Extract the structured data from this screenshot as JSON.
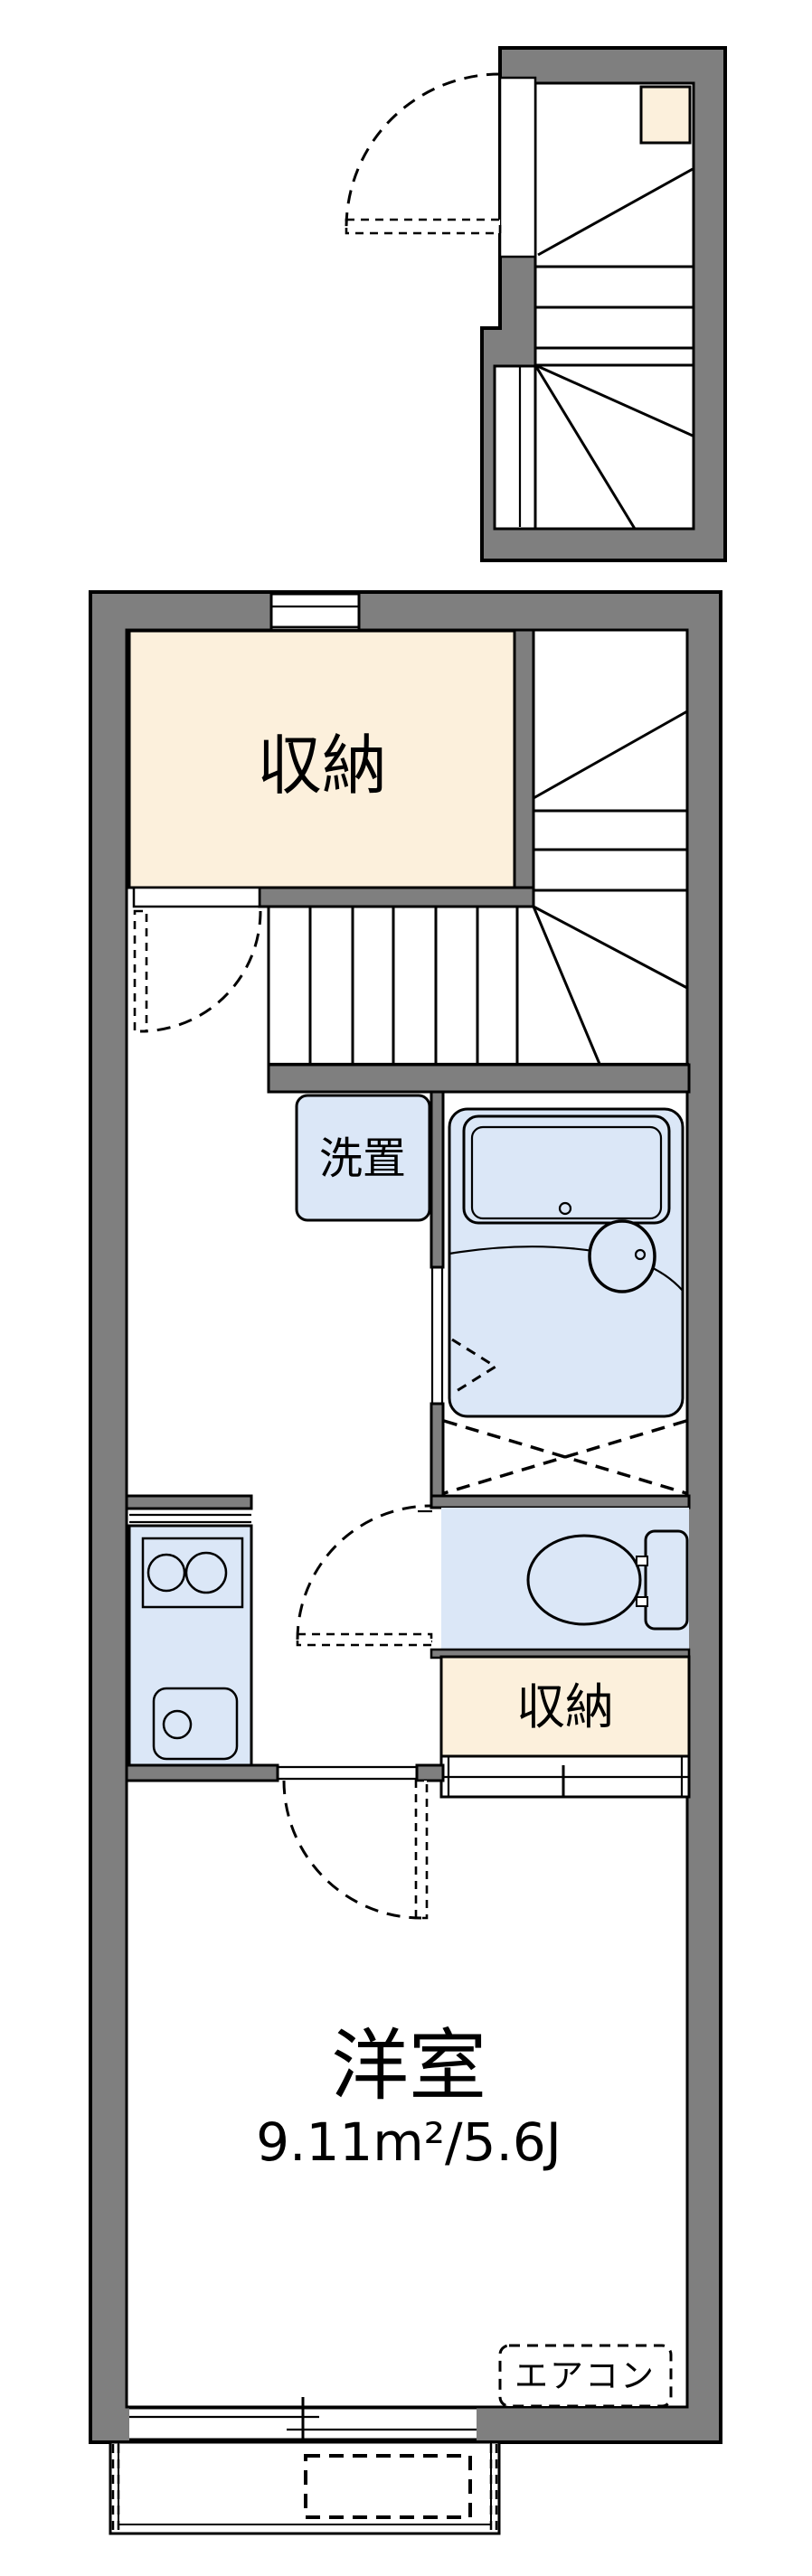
{
  "floorplan": {
    "type": "japanese-apartment-floorplan",
    "colors": {
      "wall": "#7f7f7f",
      "storage": "#fcf0dc",
      "fixture": "#dbe7f7",
      "line": "#000000",
      "background": "#ffffff"
    },
    "labels": {
      "storage1": "収納",
      "storage2": "収納",
      "laundry": "洗置",
      "main_room": "洋室",
      "main_room_area": "9.11m²/5.6J",
      "aircon": "エアコン"
    }
  }
}
